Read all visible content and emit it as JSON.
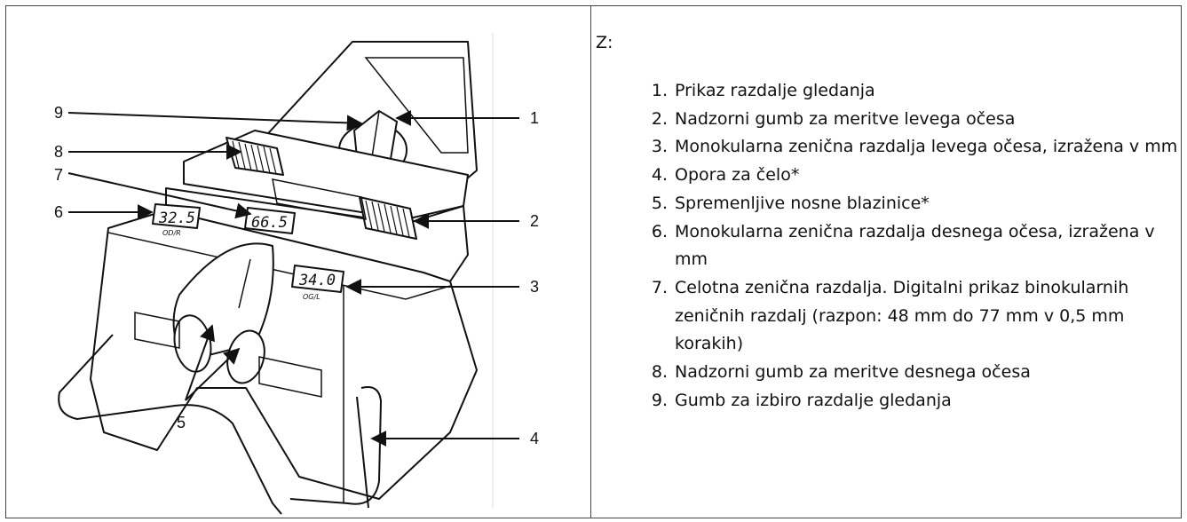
{
  "figure": {
    "callouts": [
      "1",
      "2",
      "3",
      "4",
      "5",
      "6",
      "7",
      "8",
      "9"
    ],
    "displays": {
      "left_value": "32.5",
      "left_sub": "OD/R",
      "center_value": "66.5",
      "right_value": "34.0",
      "right_sub": "OG/L"
    }
  },
  "legend": {
    "heading": "Z:",
    "items": [
      {
        "num": "1.",
        "text": "Prikaz razdalje gledanja"
      },
      {
        "num": "2.",
        "text": "Nadzorni gumb za meritve levega očesa"
      },
      {
        "num": "3.",
        "text": "Monokularna zenična razdalja levega očesa, izražena v mm"
      },
      {
        "num": "4.",
        "text": "Opora za čelo*"
      },
      {
        "num": "5.",
        "text": "Spremenljive nosne blazinice*"
      },
      {
        "num": "6.",
        "text": "Monokularna zenična razdalja desnega očesa, izražena v mm"
      },
      {
        "num": "7.",
        "text": "Celotna zenična razdalja. Digitalni prikaz binokularnih zeničnih razdalj (razpon: 48 mm do 77 mm v 0,5 mm korakih)"
      },
      {
        "num": "8.",
        "text": "Nadzorni gumb za meritve desnega očesa"
      },
      {
        "num": "9.",
        "text": "Gumb za izbiro razdalje gledanja"
      }
    ]
  }
}
